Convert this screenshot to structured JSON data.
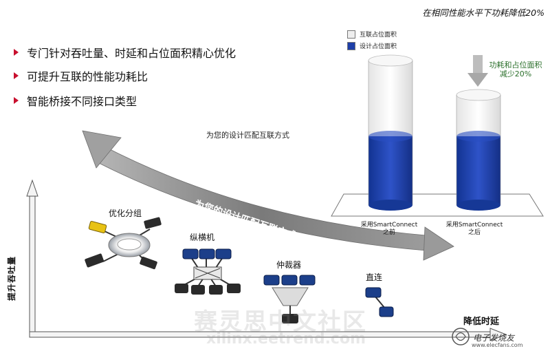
{
  "caption": "在相同性能水平下功耗降低20%",
  "bullets": [
    "专门针对吞吐量、时延和占位面积精心优化",
    "可提升互联的性能功耗比",
    "智能桥接不同接口类型"
  ],
  "subtitle": "为您的设计匹配互联方式",
  "arrow_text": "为您的设计匹配互联方式",
  "legend": [
    {
      "label": "互联占位面积",
      "color": "#eeeeee"
    },
    {
      "label": "设计占位面积",
      "color": "#1e3fa8"
    }
  ],
  "reduction_label": [
    "功耗和占位面积",
    "减少20%"
  ],
  "cylinders": [
    {
      "label_line1": "采用SmartConnect",
      "label_line2": "之前",
      "interconnect_fraction": 0.52,
      "design_fraction": 0.48
    },
    {
      "label_line1": "采用SmartConnect",
      "label_line2": "之后",
      "interconnect_fraction": 0.41,
      "design_fraction": 0.59
    }
  ],
  "topologies": [
    "优化分组",
    "纵横机",
    "仲裁器",
    "直连"
  ],
  "axes": {
    "y": "提升吞吐量",
    "x": "降低时延"
  },
  "colors": {
    "accent_red": "#c8102e",
    "bar_blue": "#1e3fa8",
    "arrow_gray": "#8a8a8a",
    "reduction_green": "#2a6f2a"
  },
  "watermark": {
    "cn": "赛灵思中文社区",
    "url": "xilinx.eetrend.com"
  },
  "logo": {
    "name": "电子发烧友",
    "url": "www.elecfans.com"
  }
}
